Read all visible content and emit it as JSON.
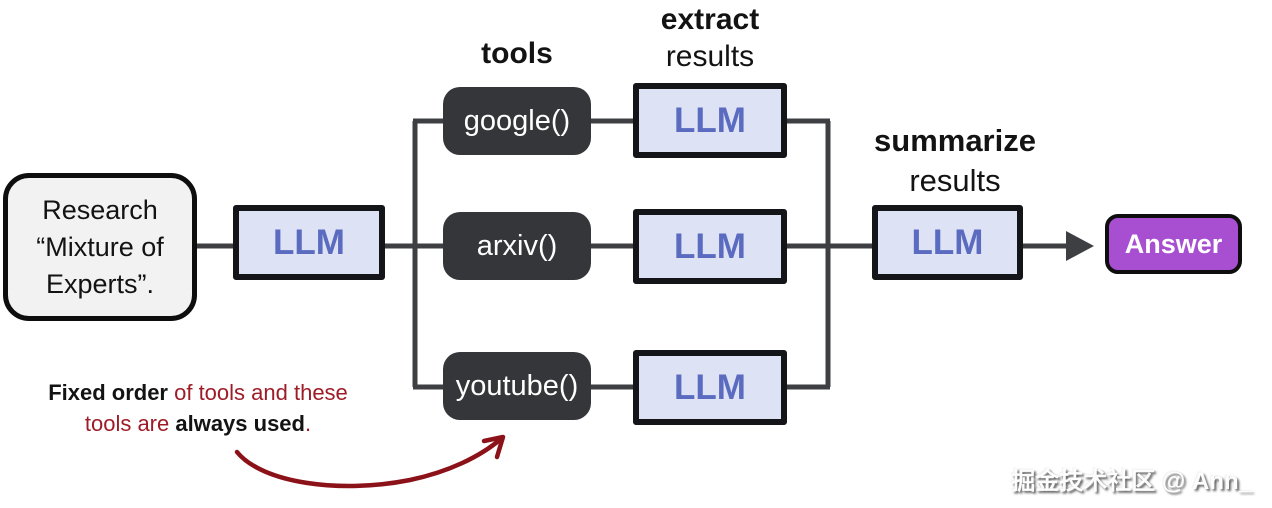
{
  "colors": {
    "connector": "#3d3f42",
    "box_border": "#141519",
    "llm_fill": "#dde2f4",
    "llm_text": "#5a6bc0",
    "tool_fill": "#343639",
    "tool_text": "#ffffff",
    "input_fill": "#f2f2f2",
    "answer_fill": "#a84fd1",
    "answer_text": "#ffffff",
    "annotation_red": "#9e1c27",
    "arrow_red": "#8c1219",
    "text_black": "#131313"
  },
  "nodes": {
    "input": {
      "lines": [
        "Research",
        "“Mixture of",
        "Experts”."
      ]
    },
    "router_llm": "LLM",
    "tools": [
      "google()",
      "arxiv()",
      "youtube()"
    ],
    "extract_llms": [
      "LLM",
      "LLM",
      "LLM"
    ],
    "summarize_llm": "LLM",
    "answer": "Answer"
  },
  "labels": {
    "tools": "tools",
    "extract": [
      "extract",
      "results"
    ],
    "summarize": [
      "summarize",
      "results"
    ]
  },
  "annotation": {
    "bold1": "Fixed order",
    "red1": " of tools and these",
    "red2": "tools are ",
    "bold2": "always used",
    "red3": "."
  },
  "watermark": "掘金技术社区 @ Ann_"
}
